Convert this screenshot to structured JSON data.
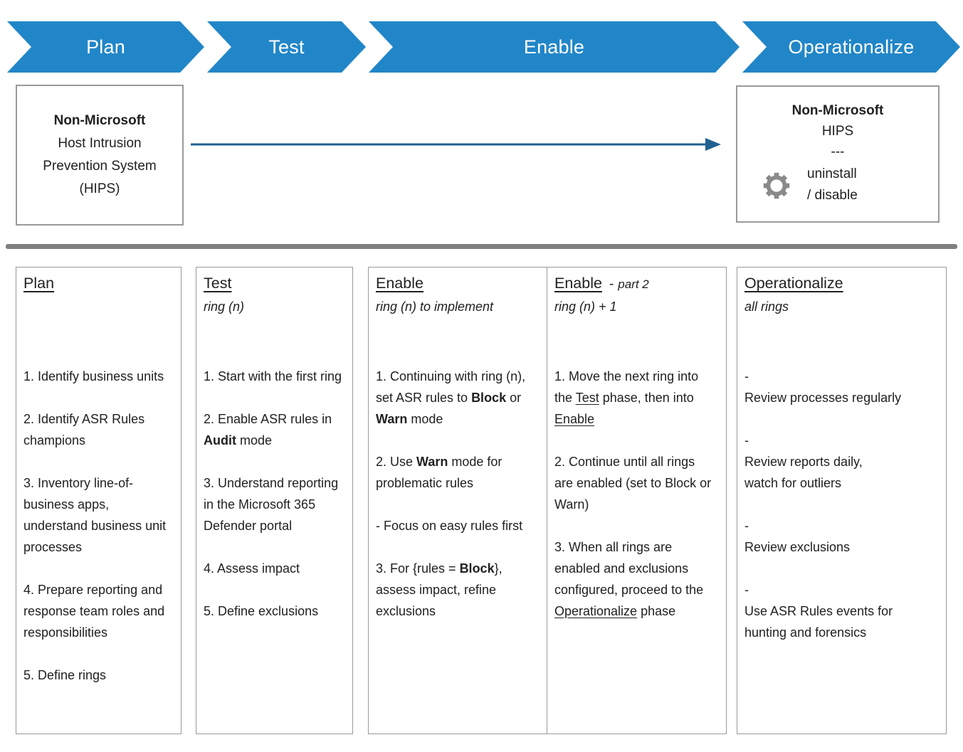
{
  "page_title": "ASR rules deployment phases",
  "colors": {
    "chevron_blue": "#2186C8",
    "arrow_blue": "#21618F",
    "divider_gray": "#7F7F7F",
    "box_border_gray": "#9A9A9A",
    "gear_gray": "#8A8A8A",
    "text_dark": "#212121"
  },
  "chevrons": [
    {
      "label": "Plan"
    },
    {
      "label": "Test"
    },
    {
      "label": "Enable"
    },
    {
      "label": "Operationalize"
    }
  ],
  "hips_left_box": {
    "title": "Non-Microsoft",
    "line1": "Host Intrusion",
    "line2": "Prevention System",
    "line3": "(HIPS)"
  },
  "hips_right_box": {
    "title": "Non-Microsoft",
    "subtitle": "HIPS",
    "separator": "---",
    "gear_icon": "gear-icon",
    "action_line1": "uninstall",
    "action_line2": "/ disable"
  },
  "columns": [
    {
      "title": "Plan",
      "title_dash": "",
      "title_suffix": "",
      "subtitle": "",
      "items": [
        {
          "segments": [
            {
              "text": "1. Identify business units"
            }
          ]
        },
        {
          "segments": [
            {
              "text": "2. Identify ASR Rules champions"
            }
          ]
        },
        {
          "segments": [
            {
              "text": "3. Inventory line-of-business apps, understand business unit processes"
            }
          ]
        },
        {
          "segments": [
            {
              "text": "4.  Prepare reporting and response team roles and responsibilities"
            }
          ]
        },
        {
          "segments": [
            {
              "text": "5. Define rings"
            }
          ]
        }
      ]
    },
    {
      "title": "Test",
      "title_dash": "",
      "title_suffix": "",
      "subtitle": "ring (n)",
      "items": [
        {
          "segments": [
            {
              "text": "1. Start with the first ring"
            }
          ]
        },
        {
          "segments": [
            {
              "text": "2. Enable ASR rules in "
            },
            {
              "text": "Audit",
              "style": "bold"
            },
            {
              "text": " mode"
            }
          ]
        },
        {
          "segments": [
            {
              "text": "3. Understand reporting in the Microsoft 365 Defender portal"
            }
          ]
        },
        {
          "segments": [
            {
              "text": "4. Assess impact"
            }
          ]
        },
        {
          "segments": [
            {
              "text": "5. Define exclusions"
            }
          ]
        }
      ]
    },
    {
      "title": "Enable",
      "title_dash": "",
      "title_suffix": "",
      "subtitle": "ring (n) to implement",
      "items": [
        {
          "segments": [
            {
              "text": "1. Continuing with ring (n), set ASR rules to "
            },
            {
              "text": "Block",
              "style": "bold"
            },
            {
              "text": " or "
            },
            {
              "text": "Warn",
              "style": "bold"
            },
            {
              "text": " mode"
            }
          ]
        },
        {
          "segments": [
            {
              "text": "2. Use "
            },
            {
              "text": "Warn",
              "style": "bold"
            },
            {
              "text": " mode for problematic rules"
            }
          ]
        },
        {
          "segments": [
            {
              "text": "- Focus on easy rules first"
            }
          ]
        },
        {
          "segments": [
            {
              "text": "3. For {rules = "
            },
            {
              "text": "Block",
              "style": "bold"
            },
            {
              "text": "}, assess impact, refine exclusions"
            }
          ]
        }
      ]
    },
    {
      "title": "Enable",
      "title_dash": "-",
      "title_suffix": "part 2",
      "subtitle": "ring (n) + 1",
      "items": [
        {
          "segments": [
            {
              "text": "1. Move the next ring into the "
            },
            {
              "text": "Test",
              "style": "underline"
            },
            {
              "text": " phase, then into "
            },
            {
              "text": "Enable",
              "style": "underline"
            }
          ]
        },
        {
          "segments": [
            {
              "text": "2. Continue until all rings are enabled (set to Block or Warn)"
            }
          ]
        },
        {
          "segments": [
            {
              "text": "3. When all rings are enabled and exclusions configured, proceed to the "
            },
            {
              "text": "Operationalize",
              "style": "underline"
            },
            {
              "text": " phase"
            }
          ]
        }
      ]
    },
    {
      "title": "Operationalize",
      "title_dash": "",
      "title_suffix": "",
      "subtitle": "all rings",
      "items": [
        {
          "segments": [
            {
              "text": "-\nReview processes regularly"
            }
          ]
        },
        {
          "segments": [
            {
              "text": "-\nReview reports daily,\nwatch for outliers"
            }
          ]
        },
        {
          "segments": [
            {
              "text": "-\nReview exclusions"
            }
          ]
        },
        {
          "segments": [
            {
              "text": "-\nUse ASR Rules events for\nhunting and forensics"
            }
          ]
        }
      ]
    }
  ]
}
